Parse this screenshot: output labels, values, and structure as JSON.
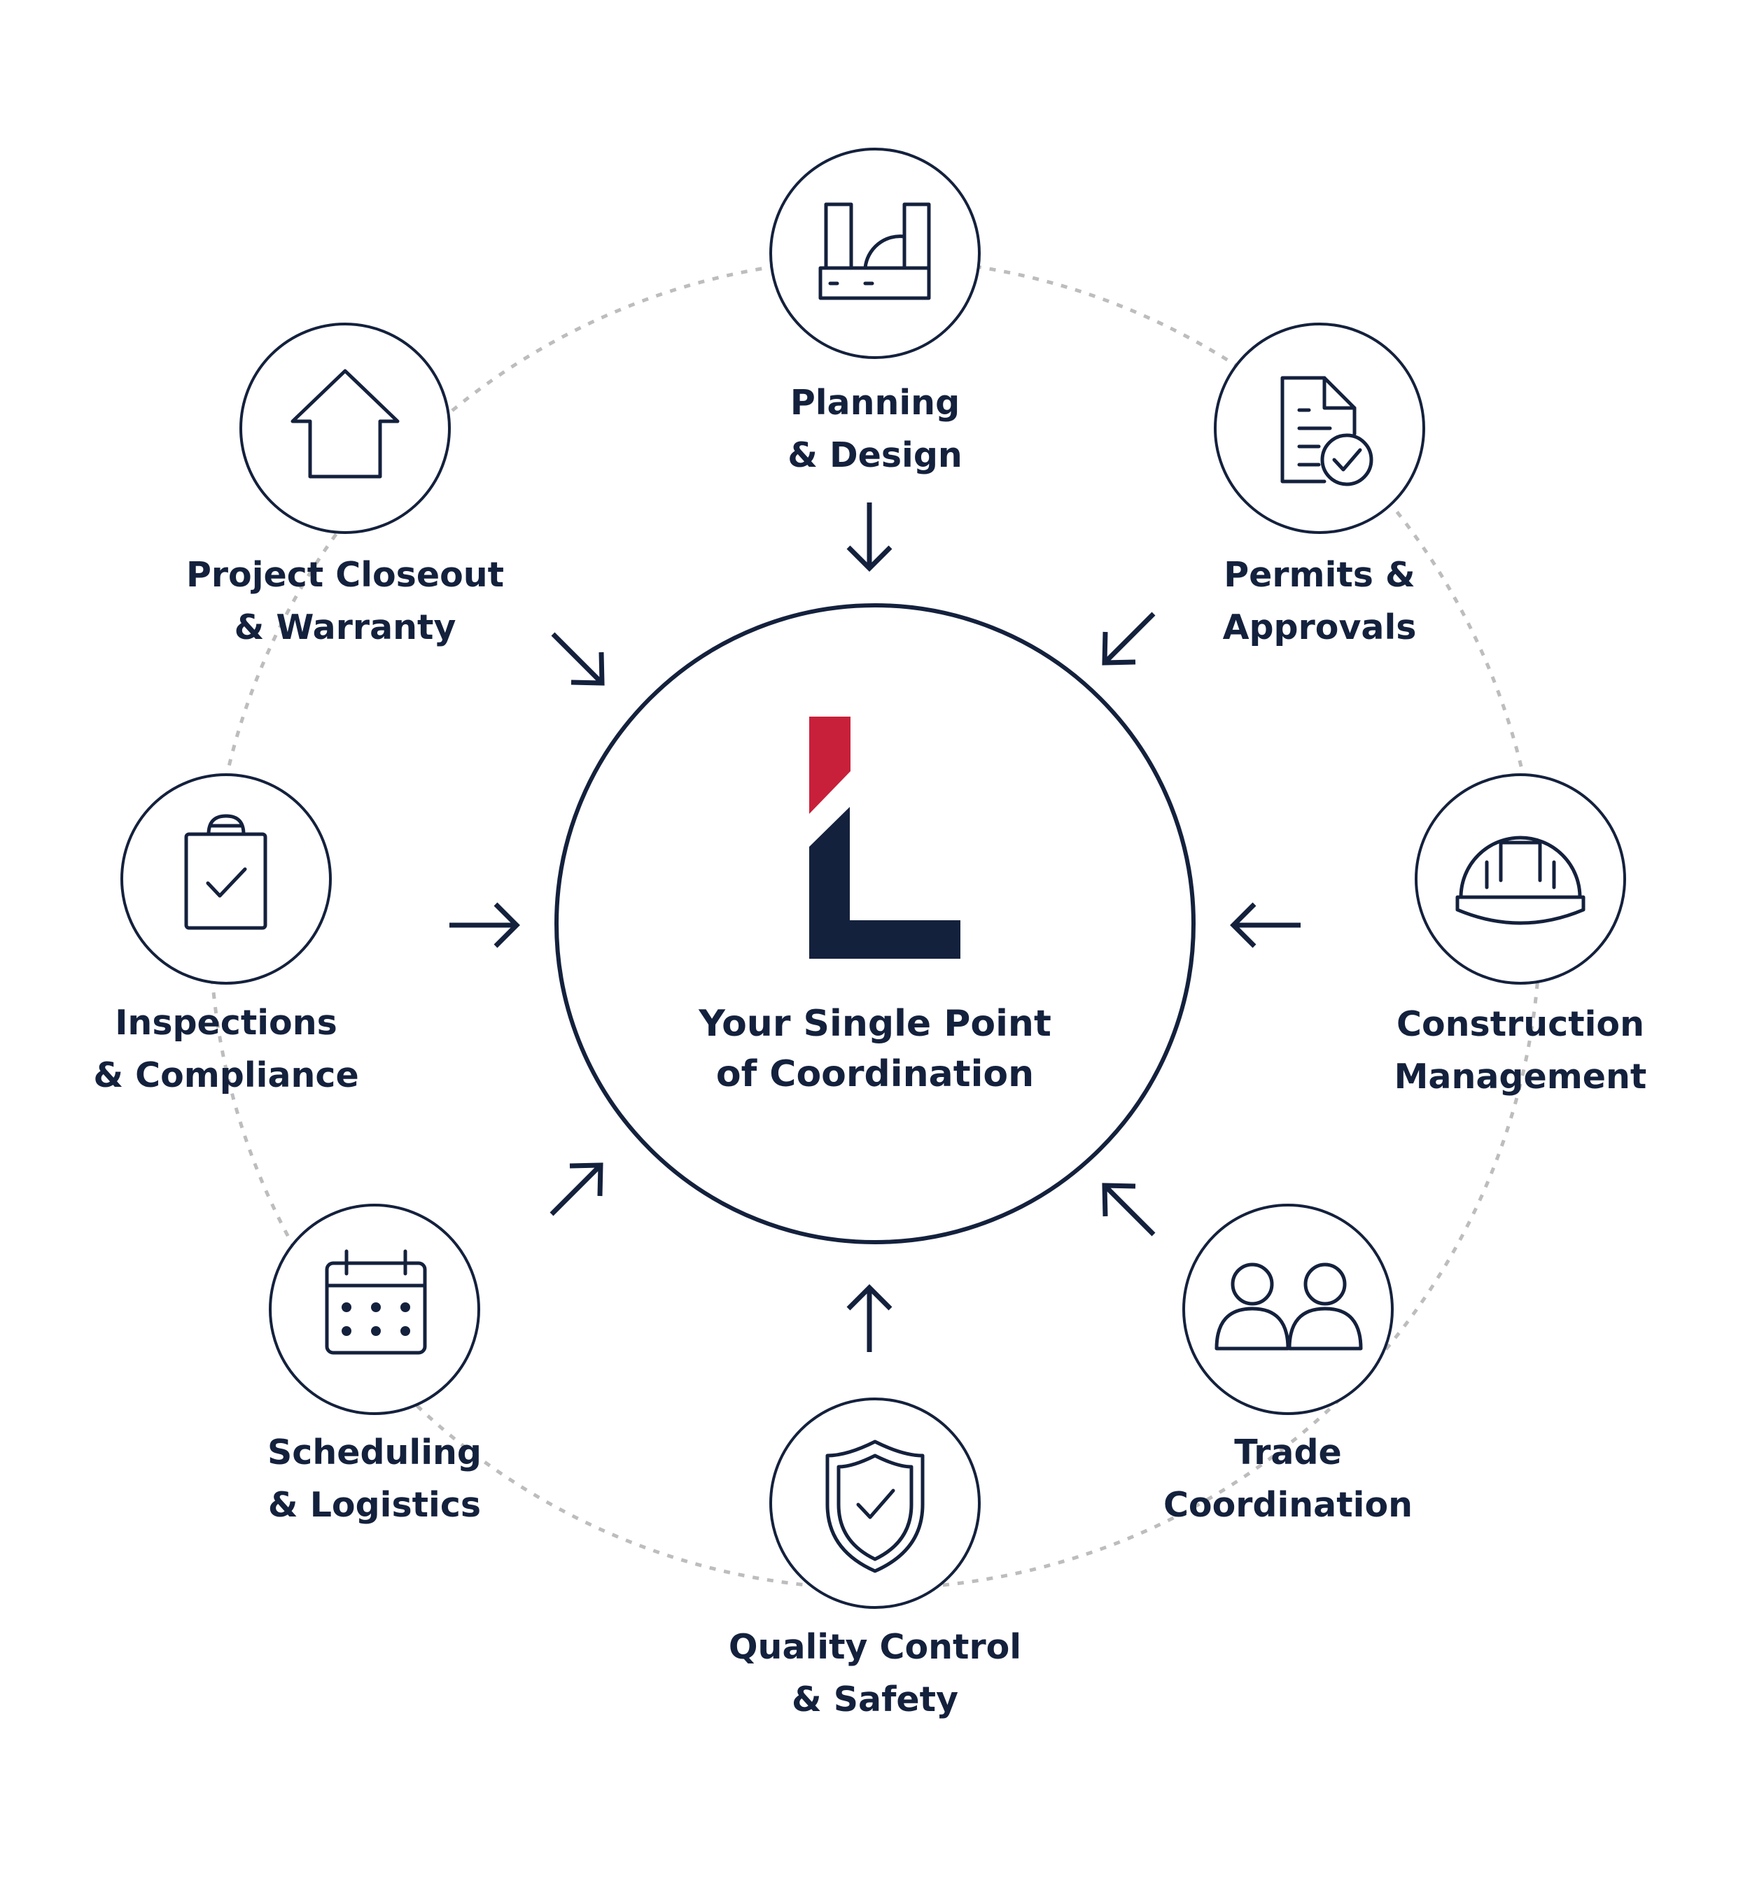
{
  "center": {
    "lines": [
      "Your Single Point",
      "of Coordination"
    ],
    "logo": {
      "name": "L-logo",
      "accent_color": "#c8203a",
      "primary_color": "#14213d"
    }
  },
  "colors": {
    "navy": "#14213d",
    "red": "#c8203a",
    "ring_dots": "#bdbdbd",
    "background": "#ffffff"
  },
  "nodes": [
    {
      "id": "planning-design",
      "icon": "factory-blueprint-icon",
      "lines": [
        "Planning",
        "& Design"
      ]
    },
    {
      "id": "permits-approvals",
      "icon": "document-check-icon",
      "lines": [
        "Permits &",
        "Approvals"
      ]
    },
    {
      "id": "construction-management",
      "icon": "hard-hat-icon",
      "lines": [
        "Construction",
        "Management"
      ]
    },
    {
      "id": "trade-coordination",
      "icon": "people-icon",
      "lines": [
        "Trade",
        "Coordination"
      ]
    },
    {
      "id": "quality-control-safety",
      "icon": "shield-check-icon",
      "lines": [
        "Quality Control",
        "& Safety"
      ]
    },
    {
      "id": "scheduling-logistics",
      "icon": "calendar-icon",
      "lines": [
        "Scheduling",
        "& Logistics"
      ]
    },
    {
      "id": "inspections-compliance",
      "icon": "clipboard-check-icon",
      "lines": [
        "Inspections",
        "& Compliance"
      ]
    },
    {
      "id": "project-closeout-warranty",
      "icon": "house-icon",
      "lines": [
        "Project Closeout",
        "& Warranty"
      ]
    }
  ],
  "arrows": [
    {
      "from": "planning-design",
      "to": "center"
    },
    {
      "from": "permits-approvals",
      "to": "center"
    },
    {
      "from": "construction-management",
      "to": "center"
    },
    {
      "from": "trade-coordination",
      "to": "center"
    },
    {
      "from": "quality-control-safety",
      "to": "center"
    },
    {
      "from": "scheduling-logistics",
      "to": "center"
    },
    {
      "from": "inspections-compliance",
      "to": "center"
    },
    {
      "from": "project-closeout-warranty",
      "to": "center"
    }
  ]
}
